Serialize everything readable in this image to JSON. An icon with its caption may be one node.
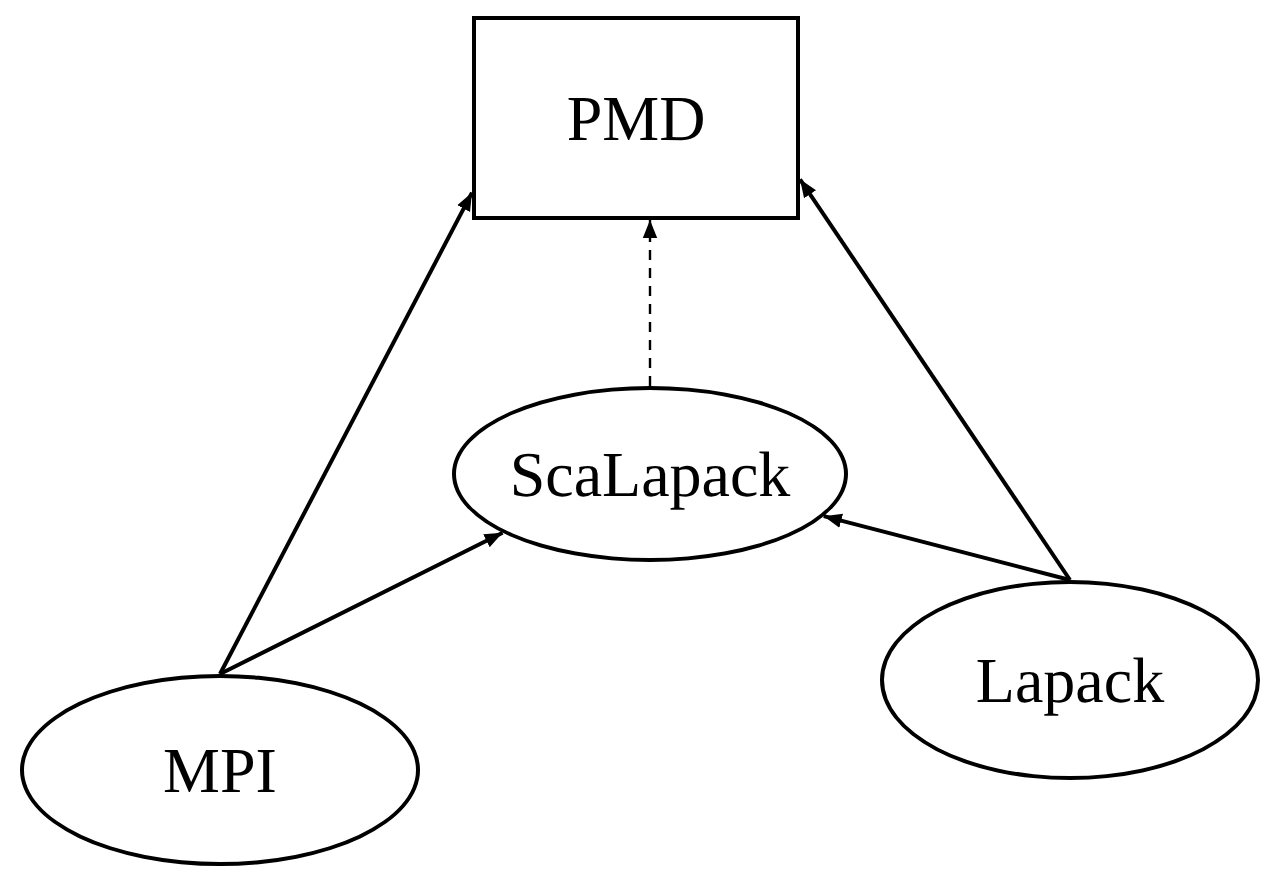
{
  "diagram": {
    "nodes": [
      {
        "text": [
          "PMD"
        ]
      },
      {
        "text": [
          "ScaLapack"
        ]
      },
      {
        "text": [
          "Lapack"
        ]
      },
      {
        "text": [
          "MPI"
        ]
      }
    ],
    "edges": [
      {
        "from": 3,
        "to": 0,
        "arrow": "to"
      },
      {
        "from": 3,
        "to": 1,
        "arrow": "to"
      },
      {
        "from": 1,
        "to": 0,
        "arrow": "to",
        "style": "dashed"
      },
      {
        "from": 2,
        "to": 1,
        "arrow": "to"
      },
      {
        "from": 2,
        "to": 0,
        "arrow": "to"
      }
    ]
  }
}
